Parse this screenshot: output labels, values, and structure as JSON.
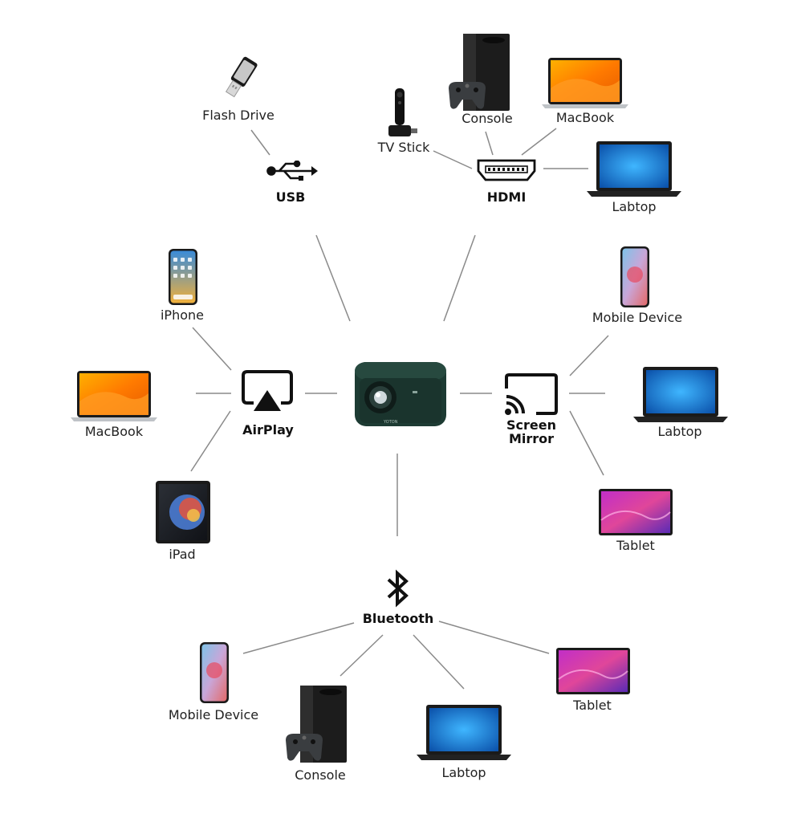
{
  "hubs": {
    "usb": "USB",
    "hdmi": "HDMI",
    "airplay": "AirPlay",
    "screen_mirror_line1": "Screen",
    "screen_mirror_line2": "Mirror",
    "bluetooth": "Bluetooth"
  },
  "devices": {
    "flash_drive": "Flash Drive",
    "tv_stick": "TV Stick",
    "hdmi_console": "Console",
    "hdmi_macbook": "MacBook",
    "hdmi_laptop": "Labtop",
    "iphone": "iPhone",
    "airplay_macbook": "MacBook",
    "ipad": "iPad",
    "mirror_mobile": "Mobile Device",
    "mirror_laptop": "Labtop",
    "mirror_tablet": "Tablet",
    "bt_mobile": "Mobile Device",
    "bt_console": "Console",
    "bt_laptop": "Labtop",
    "bt_tablet": "Tablet"
  },
  "projector_brand": "YOTON"
}
